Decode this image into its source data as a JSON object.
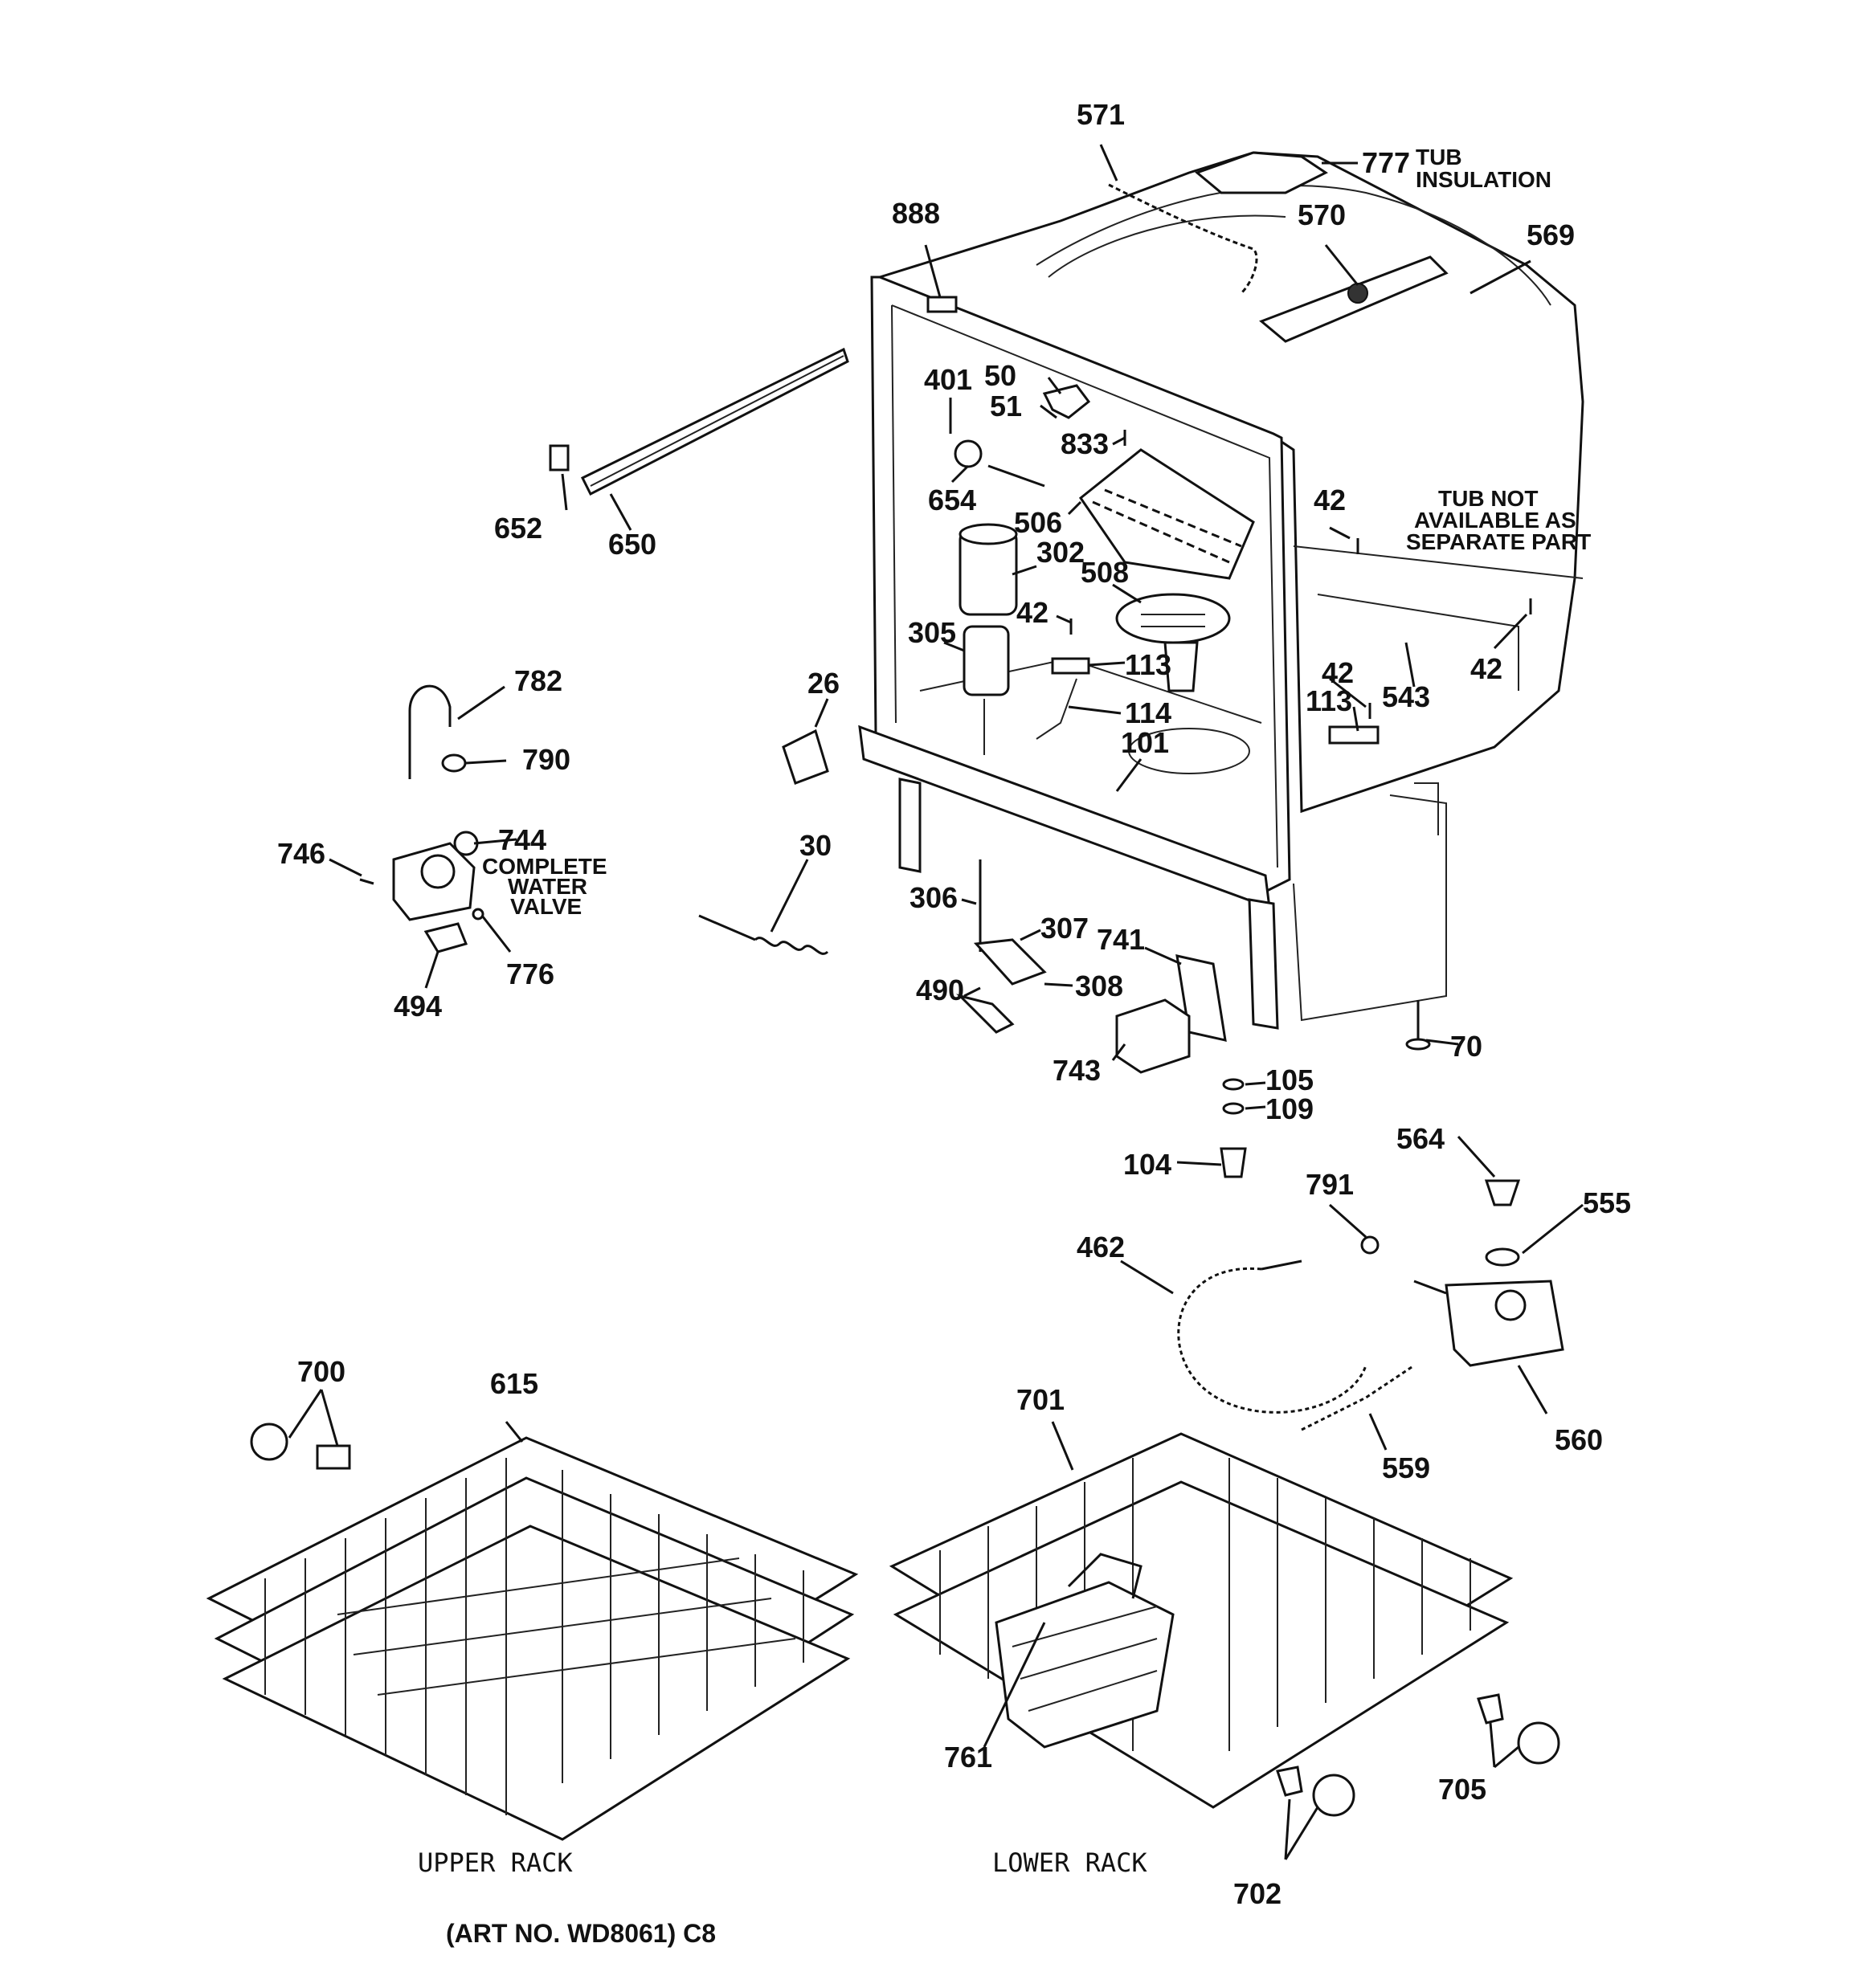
{
  "labels": {
    "p571": "571",
    "p777": "777",
    "p888": "888",
    "p570": "570",
    "p569": "569",
    "p401": "401",
    "p50": "50",
    "p51": "51",
    "p833": "833",
    "p652": "652",
    "p650": "650",
    "p654": "654",
    "p506": "506",
    "p302": "302",
    "p508": "508",
    "p42a": "42",
    "p42b": "42",
    "p42c": "42",
    "p42d": "42",
    "p305": "305",
    "p113a": "113",
    "p113b": "113",
    "p114": "114",
    "p543": "543",
    "p26": "26",
    "p101": "101",
    "p782": "782",
    "p790": "790",
    "p744": "744",
    "p746": "746",
    "p30": "30",
    "p306": "306",
    "p307": "307",
    "p741": "741",
    "p490": "490",
    "p308": "308",
    "p494": "494",
    "p776": "776",
    "p70": "70",
    "p743": "743",
    "p105": "105",
    "p109": "109",
    "p104": "104",
    "p564": "564",
    "p791": "791",
    "p555": "555",
    "p462": "462",
    "p700": "700",
    "p615": "615",
    "p701": "701",
    "p559": "559",
    "p560": "560",
    "p761": "761",
    "p705": "705",
    "p702": "702"
  },
  "notes": {
    "tub_insulation_1": "TUB",
    "tub_insulation_2": "INSULATION",
    "tub_not_1": "TUB NOT",
    "tub_not_2": "AVAILABLE AS",
    "tub_not_3": "SEPARATE PART",
    "valve_1": "COMPLETE",
    "valve_2": "WATER",
    "valve_3": "VALVE"
  },
  "captions": {
    "upper_rack": "UPPER RACK",
    "lower_rack": "LOWER RACK",
    "art_no": "(ART NO. WD8061) C8"
  }
}
